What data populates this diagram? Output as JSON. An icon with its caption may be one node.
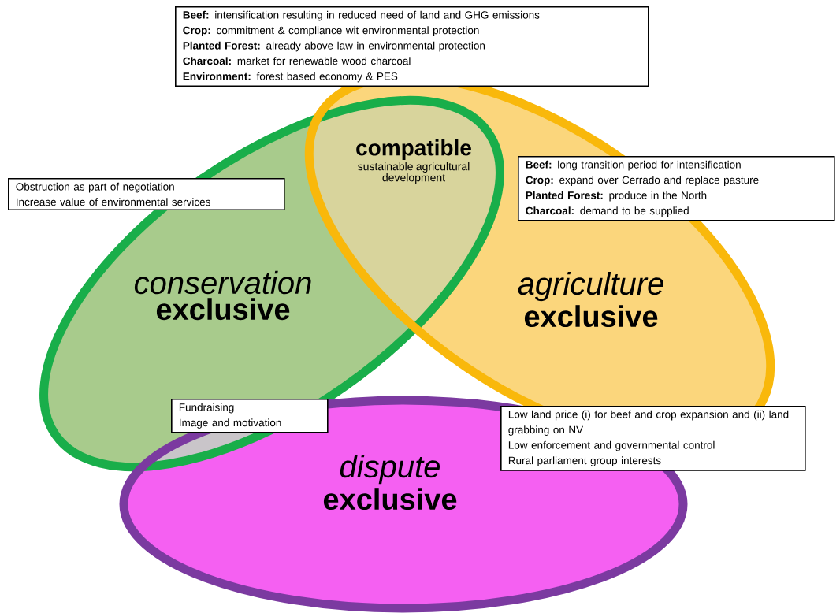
{
  "diagram": {
    "nodes": [
      {
        "text": [
          "conservation",
          "exclusive"
        ]
      },
      {
        "text": [
          "agriculture",
          "exclusive"
        ]
      },
      {
        "text": [
          "dispute",
          "exclusive"
        ]
      },
      {
        "text": [
          "compatible",
          "sustainable agricultural development"
        ]
      },
      {
        "text": [
          "**Beef:** intensification resulting in reduced need of land and GHG emissions",
          "**Crop:** commitment & compliance wit environmental protection",
          "**Planted Forest:** already above law in environmental protection",
          "**Charcoal:** market for renewable wood charcoal",
          "**Environment:** forest based economy & PES"
        ]
      },
      {
        "text": [
          "Obstruction as part of negotiation",
          "Increase value of environmental services"
        ]
      },
      {
        "text": [
          "**Beef:** long transition period for intensification",
          "**Crop:**  expand over Cerrado and replace pasture",
          "**Planted Forest:** produce in the North",
          "**Charcoal:** demand to be supplied"
        ]
      },
      {
        "text": [
          "Fundraising",
          "Image and motivation"
        ]
      },
      {
        "text": [
          "Low land price (i) for beef and crop expansion and (ii) land grabbing on NV",
          "Low enforcement and governmental control",
          "Rural parliament group interests"
        ]
      }
    ]
  }
}
